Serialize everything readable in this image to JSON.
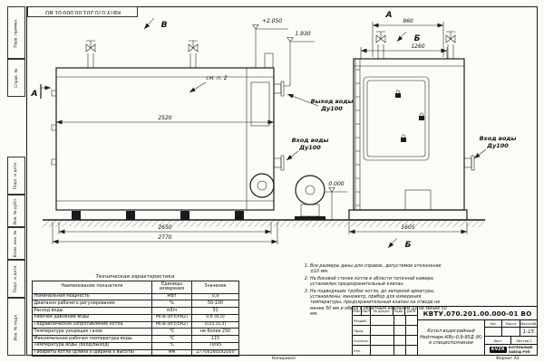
{
  "sheet": {
    "code": "КВТУ.070.201.00.000-01 ВО",
    "code_rotated": "КВТУ.070.201.00.000-01 ВО",
    "format": "Формат А3",
    "copied": "Копировал",
    "scale_value": "1:15",
    "headers": {
      "lit": "Лит.",
      "mass": "Масса",
      "scale": "Масштаб",
      "sheet": "Лист",
      "sheets": "Листов",
      "sheets_value": "1"
    },
    "cols": [
      "Изм.",
      "Лист",
      "№ докум.",
      "Подп.",
      "Дата"
    ],
    "sig_rows": [
      "Разраб.",
      "Пров.",
      "Н.контр.",
      "Утв."
    ],
    "product": [
      "Котел водогрейный",
      "Нейтмарк-КВу-0,9-95Д (К)",
      "в специсполнении"
    ],
    "company": {
      "logo": "KVZR",
      "name1": "КОТЕЛЬНЫЙ",
      "name2": "ЗАВОД РЭП"
    }
  },
  "side_stamps": [
    "Перв. примен.",
    "Справ. №",
    "Подп. и дата",
    "Инв. № дубл.",
    "Взам. инв. №",
    "Подп. и дата",
    "Инв. № подл."
  ],
  "drawing": {
    "view_b": "В",
    "view_a": "А",
    "cut_a": "А",
    "section_b": "Б",
    "see_note": "см. п. 2",
    "outlet_label1": "Выход воды",
    "outlet_label2": "Ду100",
    "inlet_label1": "Вход воды",
    "inlet_label2": "Ду100",
    "dims": {
      "d2520": "2520",
      "d2650": "2650",
      "d2770": "2770",
      "lvl_2050": "+2.050",
      "lvl_1930": "1.930",
      "lvl_0": "0.000",
      "d960": "960",
      "d1260": "1260",
      "d1605": "1605"
    }
  },
  "tech_table": {
    "title": "Техническая характеристика",
    "headers": [
      "Наименование показателя",
      "Единицы измерения",
      "Значение"
    ],
    "rows": [
      [
        "Номинальная мощность",
        "МВт",
        "0,9"
      ],
      [
        "Диапазон рабочего регулирования",
        "%",
        "50-100"
      ],
      [
        "Расход воды",
        "м3/ч",
        "31"
      ],
      [
        "Рабочее давление воды",
        "МПа (кгс/см2)",
        "0,6 (6,0)"
      ],
      [
        "Гидравлическое сопротивление котла",
        "МПа (кгс/см2)",
        "0,03 (0,3)"
      ],
      [
        "Температура уходящих газов",
        "°С",
        "не более 250"
      ],
      [
        "Максимальная рабочая температура воды",
        "°С",
        "115"
      ],
      [
        "Температура воды (Вход/Выход)",
        "°С",
        "70/95"
      ],
      [
        "Габариты котла (длина х ширина х высота)",
        "мм",
        "2770х1605х2050"
      ]
    ]
  },
  "notes": {
    "items": [
      "Все размеры даны для справок, допустимое отклонение ±10 мм.",
      "На боковой стенке котла в области топочной камеры установлен предохранительный клапан.",
      "На подводящих трубах котла, до запорной арматуры, установлены: манометр, прибор для измерения температуры, предохранительный клапан на отводе не менее 50 мм и обвод с обратным клапаном Ду не менее 50 мм."
    ]
  }
}
